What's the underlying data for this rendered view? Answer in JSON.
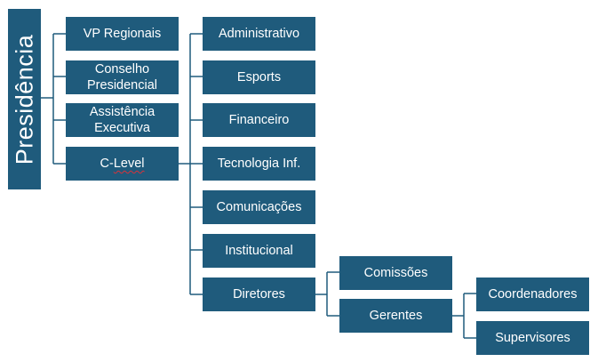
{
  "root": {
    "label": "Presidência"
  },
  "level1": [
    {
      "label": "VP Regionais"
    },
    {
      "label": "Conselho Presidencial"
    },
    {
      "label": "Assistência Executiva"
    },
    {
      "label_prefix": "C-",
      "label_flagged": "Level"
    }
  ],
  "clevel_children": [
    {
      "label": "Administrativo"
    },
    {
      "label": "Esports"
    },
    {
      "label": "Financeiro"
    },
    {
      "label": "Tecnologia Inf."
    },
    {
      "label": "Comunicações"
    },
    {
      "label": "Institucional"
    },
    {
      "label": "Diretores"
    }
  ],
  "diretores_children": [
    {
      "label": "Comissões"
    },
    {
      "label": "Gerentes"
    }
  ],
  "gerentes_children": [
    {
      "label": "Coordenadores"
    },
    {
      "label": "Supervisores"
    }
  ],
  "colors": {
    "box_fill": "#1f5b7c",
    "text": "#ffffff",
    "connector": "#1f5b7c",
    "spellcheck_underline": "#d9323a"
  }
}
